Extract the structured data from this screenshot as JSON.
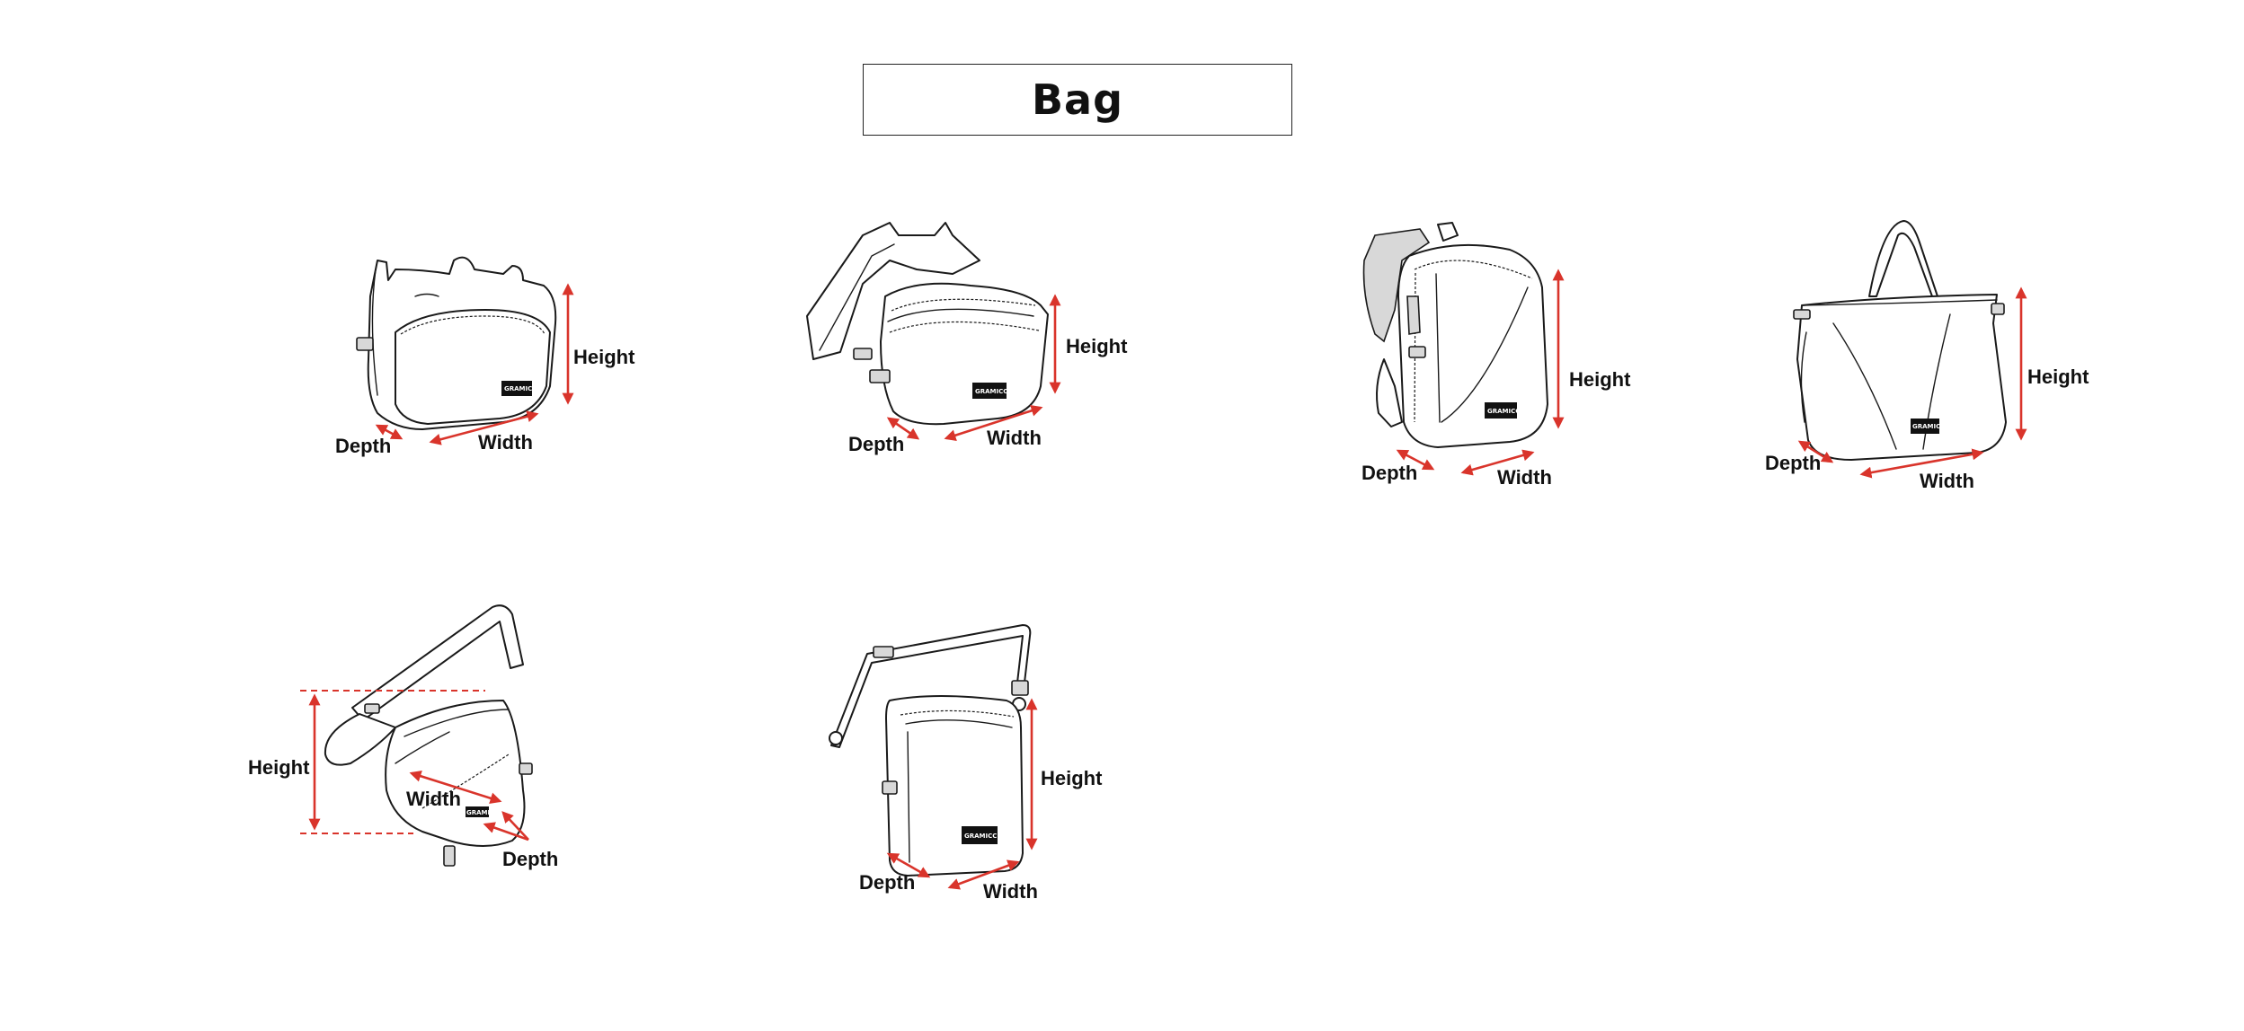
{
  "page": {
    "title": "Bag"
  },
  "brand_logo_text": "GRAMICCI",
  "colors": {
    "dimension_arrow": "#d9342b",
    "outline": "#1a1a1a",
    "background": "#ffffff"
  },
  "diagrams": [
    {
      "id": "waist-bag",
      "labels": {
        "height": "Height",
        "width": "Width",
        "depth": "Depth"
      }
    },
    {
      "id": "hip-bag",
      "labels": {
        "height": "Height",
        "width": "Width",
        "depth": "Depth"
      }
    },
    {
      "id": "backpack",
      "labels": {
        "height": "Height",
        "width": "Width",
        "depth": "Depth"
      }
    },
    {
      "id": "tote-bag",
      "labels": {
        "height": "Height",
        "width": "Width",
        "depth": "Depth"
      }
    },
    {
      "id": "sling-bag",
      "labels": {
        "height": "Height",
        "width": "Width",
        "depth": "Depth"
      }
    },
    {
      "id": "shoulder-pouch",
      "labels": {
        "height": "Height",
        "width": "Width",
        "depth": "Depth"
      }
    }
  ]
}
